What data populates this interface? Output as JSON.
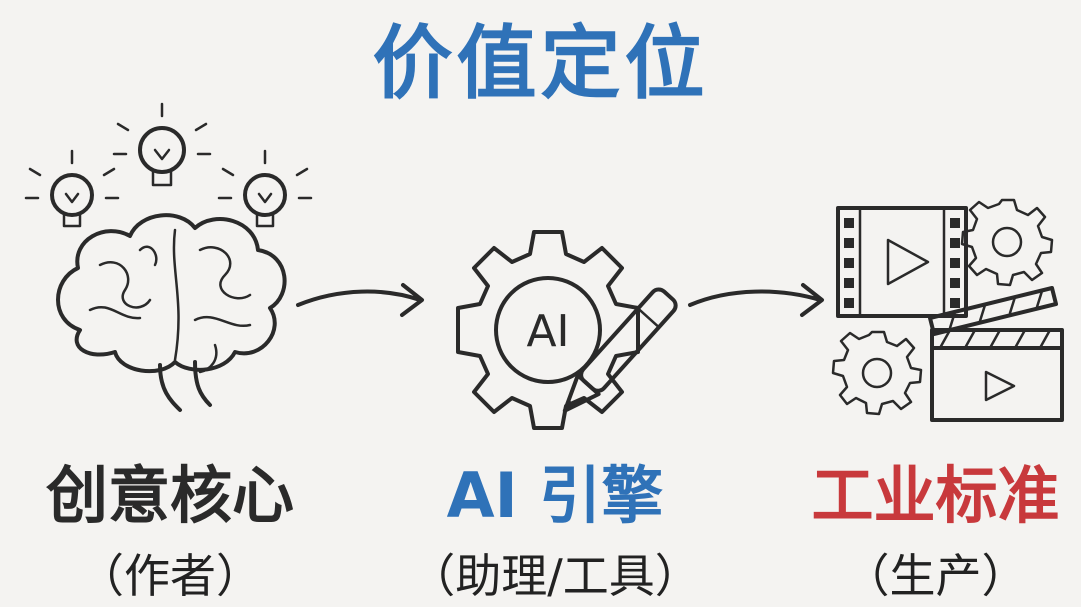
{
  "title": "价值定位",
  "nodes": [
    {
      "label": "创意核心",
      "sub": "（作者）",
      "icon": "brain-with-lightbulbs-icon"
    },
    {
      "label": "AI 引擎",
      "sub": "（助理/工具）",
      "icon": "ai-gear-with-pen-icon",
      "badge": "AI"
    },
    {
      "label": "工业标准",
      "sub": "（生产）",
      "icon": "film-clapperboard-gears-icon"
    }
  ],
  "colors": {
    "title": "#2f72b8",
    "node_1": "#2a2a2a",
    "node_2": "#2f72b8",
    "node_3": "#c8393c",
    "background": "#f4f3f1"
  }
}
